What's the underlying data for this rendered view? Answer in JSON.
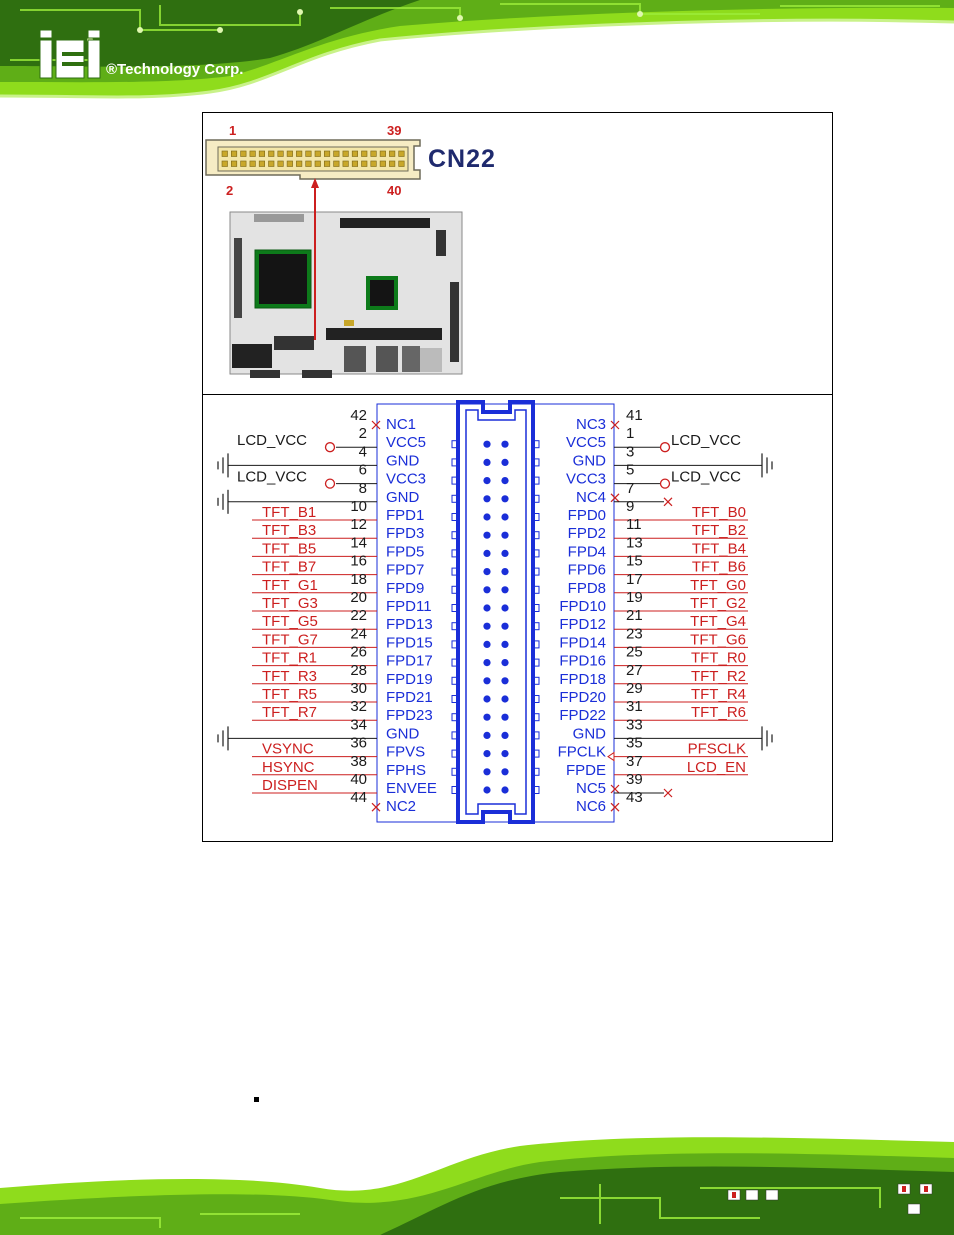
{
  "header": {
    "brand": "iEi",
    "tagline": "®Technology Corp."
  },
  "connector": {
    "name": "CN22",
    "pin_labels": {
      "top_left": "1",
      "top_right": "39",
      "bottom_left": "2",
      "bottom_right": "40"
    }
  },
  "schematic": {
    "power_labels": {
      "vcc": "LCD_VCC"
    },
    "left_pins": [
      {
        "num": "42",
        "sig": "NC1",
        "net": "",
        "nc": true
      },
      {
        "num": "2",
        "sig": "VCC5",
        "net": "LCD_VCC",
        "type": "vcc"
      },
      {
        "num": "4",
        "sig": "GND",
        "net": "",
        "type": "gnd"
      },
      {
        "num": "6",
        "sig": "VCC3",
        "net": "LCD_VCC",
        "type": "vcc"
      },
      {
        "num": "8",
        "sig": "GND",
        "net": "",
        "type": "gnd"
      },
      {
        "num": "10",
        "sig": "FPD1",
        "net": "TFT_B1"
      },
      {
        "num": "12",
        "sig": "FPD3",
        "net": "TFT_B3"
      },
      {
        "num": "14",
        "sig": "FPD5",
        "net": "TFT_B5"
      },
      {
        "num": "16",
        "sig": "FPD7",
        "net": "TFT_B7"
      },
      {
        "num": "18",
        "sig": "FPD9",
        "net": "TFT_G1"
      },
      {
        "num": "20",
        "sig": "FPD11",
        "net": "TFT_G3"
      },
      {
        "num": "22",
        "sig": "FPD13",
        "net": "TFT_G5"
      },
      {
        "num": "24",
        "sig": "FPD15",
        "net": "TFT_G7"
      },
      {
        "num": "26",
        "sig": "FPD17",
        "net": "TFT_R1"
      },
      {
        "num": "28",
        "sig": "FPD19",
        "net": "TFT_R3"
      },
      {
        "num": "30",
        "sig": "FPD21",
        "net": "TFT_R5"
      },
      {
        "num": "32",
        "sig": "FPD23",
        "net": "TFT_R7"
      },
      {
        "num": "34",
        "sig": "GND",
        "net": "",
        "type": "gnd"
      },
      {
        "num": "36",
        "sig": "FPVS",
        "net": "VSYNC"
      },
      {
        "num": "38",
        "sig": "FPHS",
        "net": "HSYNC"
      },
      {
        "num": "40",
        "sig": "ENVEE",
        "net": "DISPEN"
      },
      {
        "num": "44",
        "sig": "NC2",
        "net": "",
        "nc": true
      }
    ],
    "right_pins": [
      {
        "num": "41",
        "sig": "NC3",
        "net": "",
        "nc": true
      },
      {
        "num": "1",
        "sig": "VCC5",
        "net": "LCD_VCC",
        "type": "vcc"
      },
      {
        "num": "3",
        "sig": "GND",
        "net": "",
        "type": "gnd"
      },
      {
        "num": "5",
        "sig": "VCC3",
        "net": "LCD_VCC",
        "type": "vcc"
      },
      {
        "num": "7",
        "sig": "NC4",
        "net": "",
        "nc": true
      },
      {
        "num": "9",
        "sig": "FPD0",
        "net": "TFT_B0"
      },
      {
        "num": "11",
        "sig": "FPD2",
        "net": "TFT_B2"
      },
      {
        "num": "13",
        "sig": "FPD4",
        "net": "TFT_B4"
      },
      {
        "num": "15",
        "sig": "FPD6",
        "net": "TFT_B6"
      },
      {
        "num": "17",
        "sig": "FPD8",
        "net": "TFT_G0"
      },
      {
        "num": "19",
        "sig": "FPD10",
        "net": "TFT_G2"
      },
      {
        "num": "21",
        "sig": "FPD12",
        "net": "TFT_G4"
      },
      {
        "num": "23",
        "sig": "FPD14",
        "net": "TFT_G6"
      },
      {
        "num": "25",
        "sig": "FPD16",
        "net": "TFT_R0"
      },
      {
        "num": "27",
        "sig": "FPD18",
        "net": "TFT_R2"
      },
      {
        "num": "29",
        "sig": "FPD20",
        "net": "TFT_R4"
      },
      {
        "num": "31",
        "sig": "FPD22",
        "net": "TFT_R6"
      },
      {
        "num": "33",
        "sig": "GND",
        "net": "",
        "type": "gnd"
      },
      {
        "num": "35",
        "sig": "FPCLK",
        "net": "PFSCLK"
      },
      {
        "num": "37",
        "sig": "FPDE",
        "net": "LCD_EN"
      },
      {
        "num": "39",
        "sig": "NC5",
        "net": "",
        "nc": true
      },
      {
        "num": "43",
        "sig": "NC6",
        "net": "",
        "nc": true
      }
    ]
  },
  "colors": {
    "green": "#8fdc1c",
    "dark_green": "#2f6f10",
    "pcb_green": "#0d7a1a",
    "red": "#cc1f1f",
    "blue": "#1a2ed8",
    "navy": "#1f2a6e"
  }
}
